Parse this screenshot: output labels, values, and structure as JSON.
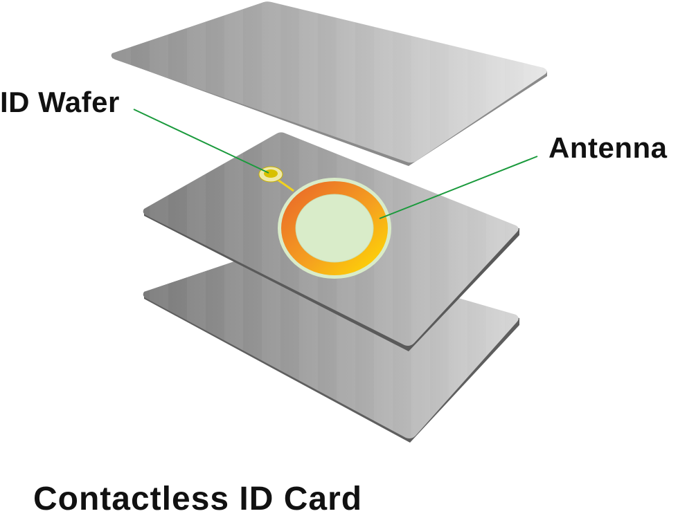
{
  "labels": {
    "wafer": "ID Wafer",
    "antenna": "Antenna",
    "title": "Contactless ID Card"
  },
  "colors": {
    "leader_line": "#1a9a3c",
    "antenna_ring_start": "#e8622a",
    "antenna_ring_end": "#ffe000",
    "antenna_center": "#d9ecc9",
    "wafer_chip": "#e0c800",
    "card_gray": "#a8a8a8"
  }
}
